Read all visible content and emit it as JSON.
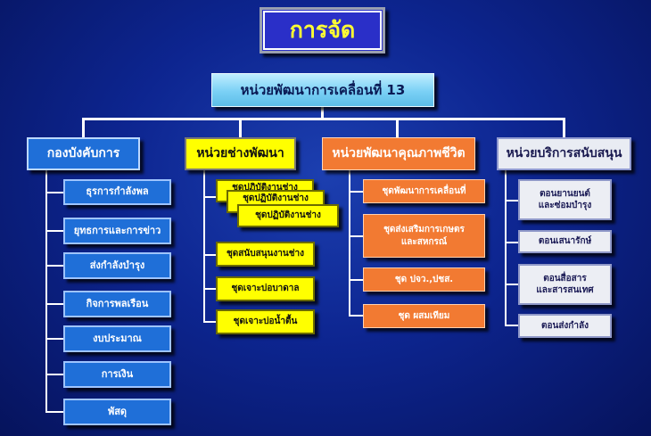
{
  "title": "การจัด",
  "main_unit": "หน่วยพัฒนาการเคลื่อนที่ 13",
  "columns": [
    {
      "header": "กองบังคับการ",
      "items": [
        "ธุรการกำลังพล",
        "ยุทธการและการข่าว",
        "ส่งกำลังบำรุง",
        "กิจการพลเรือน",
        "งบประมาณ",
        "การเงิน",
        "พัสดุ"
      ]
    },
    {
      "header": "หน่วยช่างพัฒนา",
      "stack": [
        "ชุดปฏิบัติงานช่าง",
        "ชุดปฏิบัติงานช่าง",
        "ชุดปฏิบัติงานช่าง"
      ],
      "items": [
        "ชุดสนับสนุนงานช่าง",
        "ชุดเจาะบ่อบาดาล",
        "ชุดเจาะบ่อน้ำตื้น"
      ]
    },
    {
      "header": "หน่วยพัฒนาคุณภาพชีวิต",
      "items": [
        "ชุดพัฒนาการเคลื่อนที่",
        "ชุดส่งเสริมการเกษตร\nและสหกรณ์",
        "ชุด ปจว.,ปชส.",
        "ชุด ผสมเทียม"
      ]
    },
    {
      "header": "หน่วยบริการสนับสนุน",
      "items": [
        "ตอนยานยนต์\nและซ่อมบำรุง",
        "ตอนเสนารักษ์",
        "ตอนสื่อสาร\nและสารสนเทศ",
        "ตอนส่งกำลัง"
      ]
    }
  ]
}
